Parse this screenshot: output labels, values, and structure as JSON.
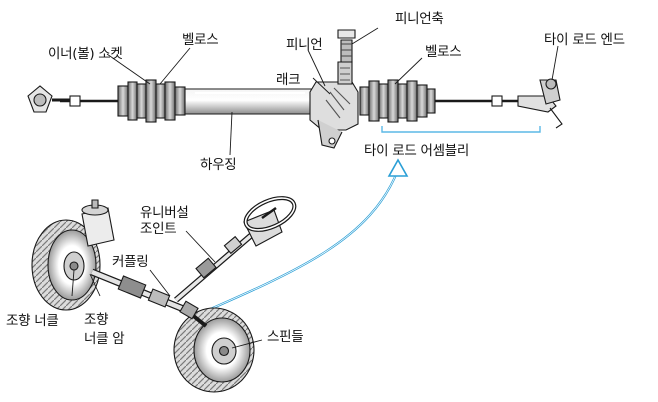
{
  "labels": {
    "inner_ball_socket": "이너(볼) 소켓",
    "bellows_left": "벨로스",
    "pinion": "피니언",
    "pinion_shaft": "피니언축",
    "rack": "래크",
    "bellows_right": "벨로스",
    "tie_rod_end": "타이 로드 엔드",
    "housing": "하우징",
    "tie_rod_assembly": "타이 로드 어셈블리",
    "universal_joint_line1": "유니버설",
    "universal_joint_line2": "조인트",
    "coupling": "커플링",
    "steering_knuckle": "조향 너클",
    "steering_knuckle_arm_line1": "조향",
    "steering_knuckle_arm_line2": "너클 암",
    "spindle": "스핀들"
  },
  "colors": {
    "line": "#1a1a1a",
    "shade": "#9a9a9a",
    "light_shade": "#cfcfcf",
    "accent_arrow": "#2a9fd6",
    "accent_bracket": "#5bb8e6"
  }
}
